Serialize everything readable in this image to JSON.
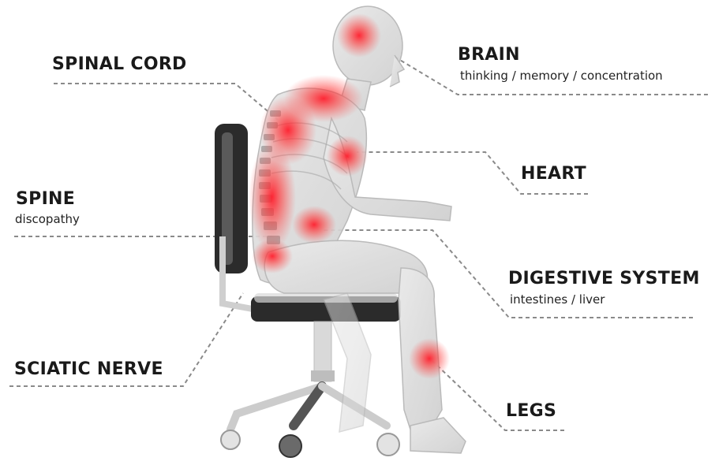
{
  "labels": {
    "spinal_cord": {
      "title": "SPINAL CORD"
    },
    "brain": {
      "title": "BRAIN",
      "subtitle": "thinking / memory / concentration"
    },
    "spine": {
      "title": "SPINE",
      "subtitle": "discopathy"
    },
    "heart": {
      "title": "HEART"
    },
    "digestive": {
      "title": "DIGESTIVE SYSTEM",
      "subtitle": "intestines / liver"
    },
    "sciatic": {
      "title": "SCIATIC NERVE"
    },
    "legs": {
      "title": "LEGS"
    }
  },
  "colors": {
    "highlight": "#e8202a",
    "leader": "#8a8a8a",
    "figure": "#bdbdbd",
    "chair": "#2b2b2b"
  }
}
